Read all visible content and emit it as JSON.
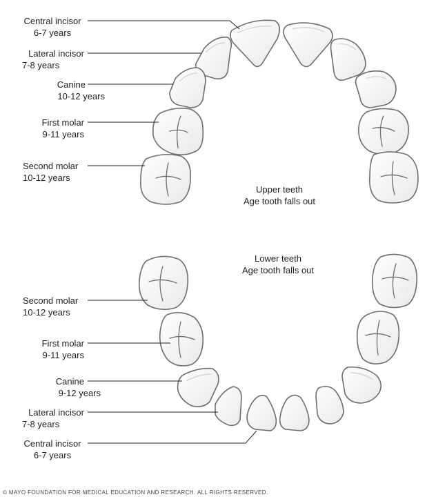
{
  "upper": {
    "caption": {
      "line1": "Upper teeth",
      "line2": "Age tooth falls out"
    },
    "labels": [
      {
        "name": "Central incisor",
        "age": "6-7 years"
      },
      {
        "name": "Lateral incisor",
        "age": "7-8 years"
      },
      {
        "name": "Canine",
        "age": "10-12 years"
      },
      {
        "name": "First molar",
        "age": "9-11 years"
      },
      {
        "name": "Second molar",
        "age": "10-12 years"
      }
    ]
  },
  "lower": {
    "caption": {
      "line1": "Lower teeth",
      "line2": "Age tooth falls out"
    },
    "labels": [
      {
        "name": "Second molar",
        "age": "10-12 years"
      },
      {
        "name": "First molar",
        "age": "9-11 years"
      },
      {
        "name": "Canine",
        "age": "9-12 years"
      },
      {
        "name": "Lateral incisor",
        "age": "7-8 years"
      },
      {
        "name": "Central incisor",
        "age": "6-7 years"
      }
    ]
  },
  "copyright": "© MAYO FOUNDATION FOR MEDICAL EDUCATION AND RESEARCH. ALL RIGHTS RESERVED."
}
